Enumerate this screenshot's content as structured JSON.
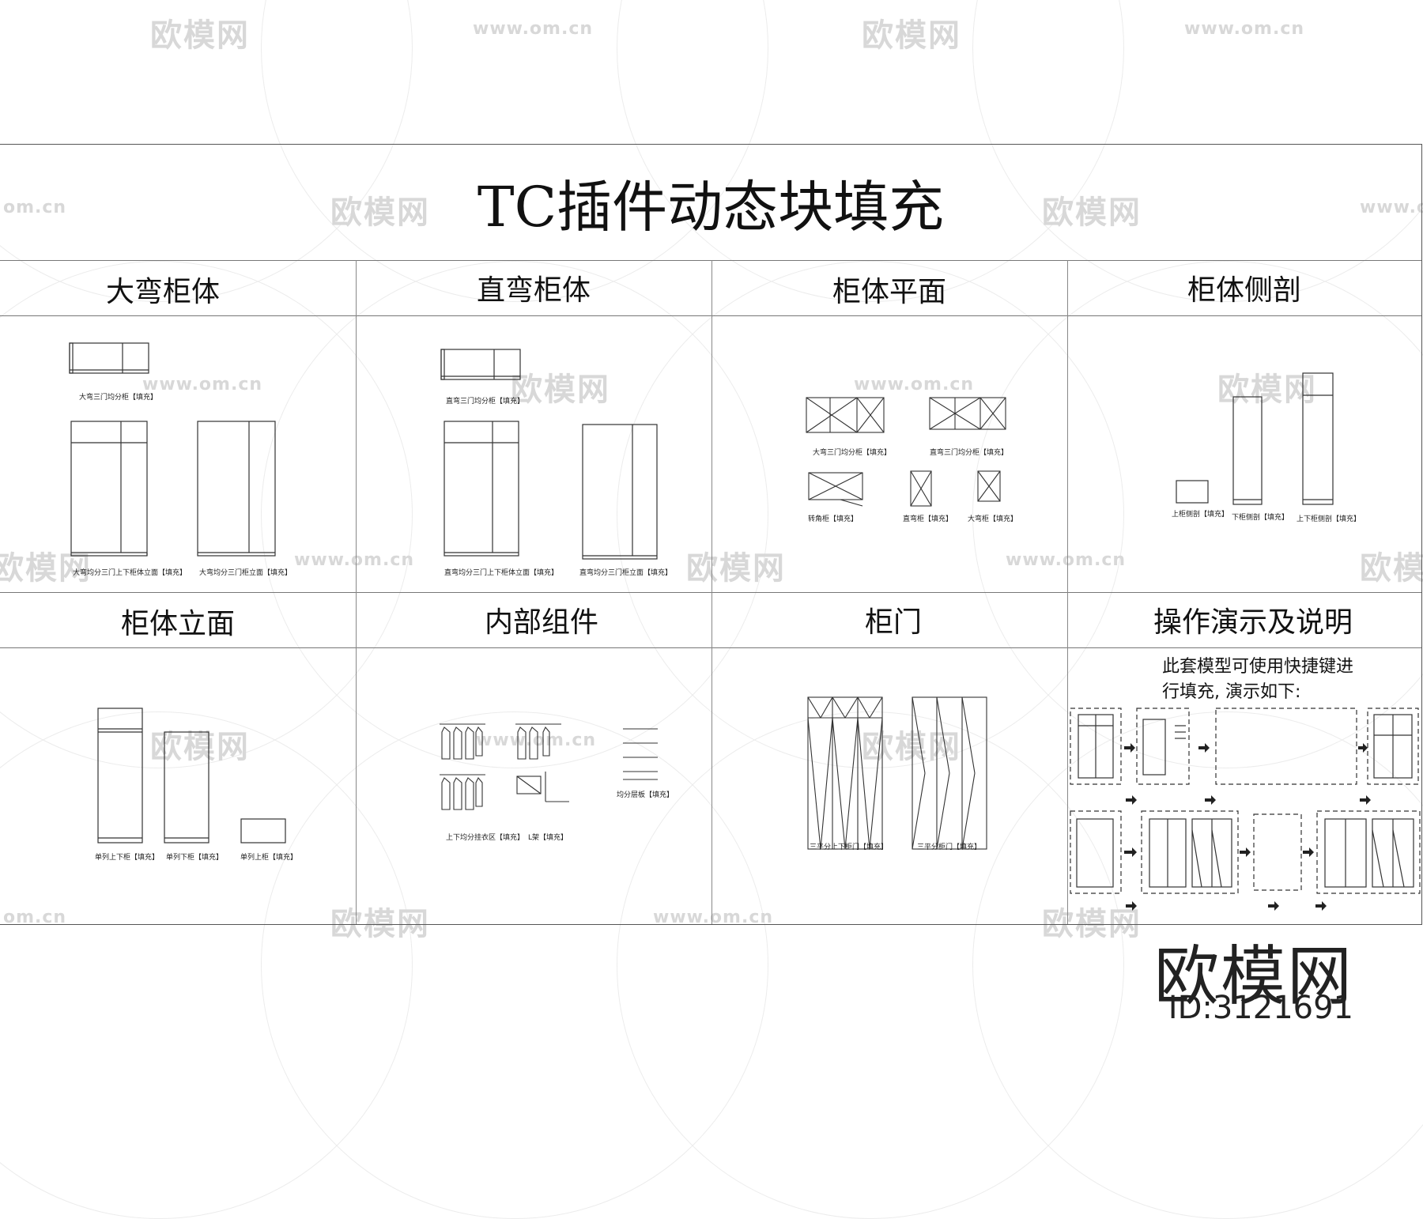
{
  "title": "TC插件动态块填充",
  "watermark": {
    "logo_text": "欧模网",
    "url_text": "www.om.cn",
    "url_short": "om.cn"
  },
  "brand": {
    "logo_text": "欧模网",
    "id_text": "ID:3121691"
  },
  "sections": [
    {
      "heading": "大弯柜体",
      "captions": [
        "大弯三门均分柜【填充】",
        "大弯均分三门上下柜体立面【填充】",
        "大弯均分三门柜立面【填充】"
      ]
    },
    {
      "heading": "直弯柜体",
      "captions": [
        "直弯三门均分柜【填充】",
        "直弯均分三门上下柜体立面【填充】",
        "直弯均分三门柜立面【填充】"
      ]
    },
    {
      "heading": "柜体平面",
      "captions": [
        "大弯三门均分柜【填充】",
        "直弯三门均分柜【填充】",
        "转角柜【填充】",
        "直弯柜【填充】",
        "大弯柜【填充】"
      ]
    },
    {
      "heading": "柜体侧剖",
      "captions": [
        "上柜侧剖【填充】",
        "下柜侧剖【填充】",
        "上下柜侧剖【填充】"
      ]
    },
    {
      "heading": "柜体立面",
      "captions": [
        "单列上下柜【填充】",
        "单列下柜【填充】",
        "单列上柜【填充】"
      ]
    },
    {
      "heading": "内部组件",
      "captions": [
        "上下均分挂衣区【填充】",
        "L架【填充】",
        "均分层板【填充】"
      ]
    },
    {
      "heading": "柜门",
      "captions": [
        "三平分上下柜门【填充】",
        "三平分柜门【填充】"
      ]
    },
    {
      "heading": "操作演示及说明",
      "line1": "此套模型可使用快捷键进",
      "line2": "行填充, 演示如下:"
    }
  ],
  "colors": {
    "line": "#333333",
    "grid": "#777777",
    "watermark": "#d8d8d8"
  }
}
